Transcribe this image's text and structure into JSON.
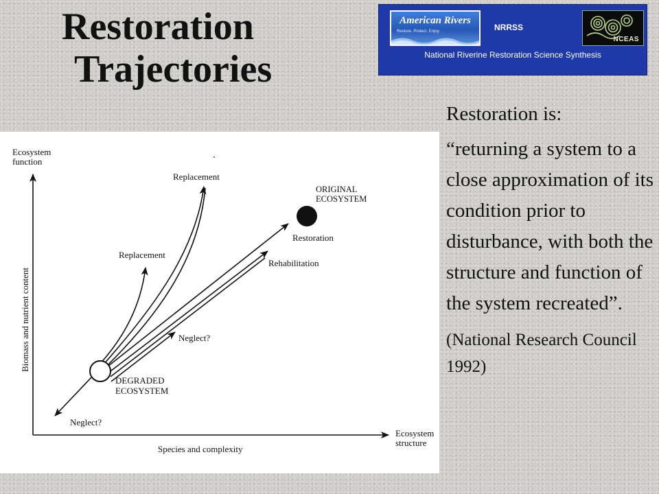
{
  "title": {
    "line1": "Restoration",
    "line2": "Trajectories"
  },
  "banner": {
    "logo_name": "American Rivers",
    "logo_tagline": "Restore. Protect. Enjoy.",
    "acronym": "NRRSS",
    "partner_logo": "NCEAS",
    "caption": "National Riverine Restoration Science Synthesis",
    "colors": {
      "background": "#1f3aa8",
      "text": "#ffffff"
    }
  },
  "diagram": {
    "y_axis_title": "Ecosystem\nfunction",
    "y_axis_label": "Biomass and nutrient content",
    "x_axis_title": "Ecosystem\nstructure",
    "x_axis_label": "Species and complexity",
    "original_ecosystem": "ORIGINAL\nECOSYSTEM",
    "degraded_ecosystem": "DEGRADED\nECOSYSTEM",
    "labels": {
      "replacement_upper": "Replacement",
      "replacement_lower": "Replacement",
      "restoration": "Restoration",
      "rehabilitation": "Rehabilitation",
      "neglect_upper": "Neglect?",
      "neglect_lower": "Neglect?"
    }
  },
  "text": {
    "heading": "Restoration is:",
    "quote": "“returning a system to a close approximation of its condition prior to disturbance, with both the structure and function of the system recreated”.",
    "citation": "(National Research Council 1992)"
  }
}
